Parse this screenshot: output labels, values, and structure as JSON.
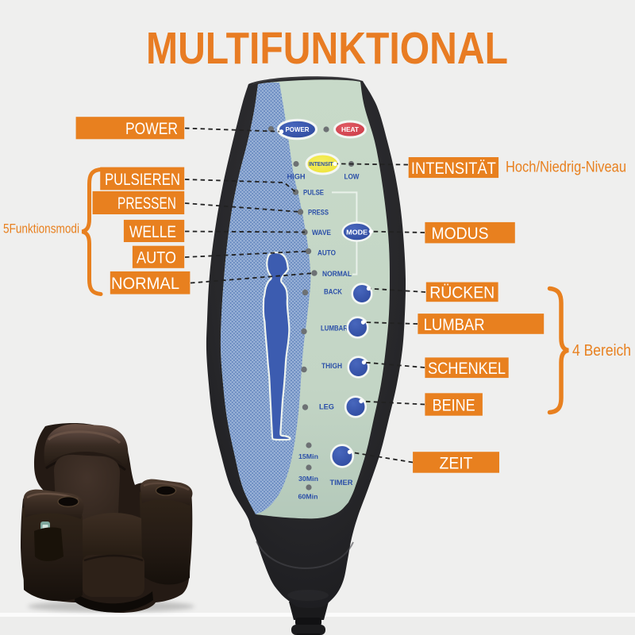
{
  "title": "MULTIFUNKTIONAL",
  "callouts": {
    "left": [
      "POWER",
      "PULSIEREN",
      "PRESSEN",
      "WELLE",
      "AUTO",
      "NORMAL"
    ],
    "right": [
      "INTENSITÄT",
      "MODUS",
      "RÜCKEN",
      "LUMBAR",
      "SCHENKEL",
      "BEINE",
      "ZEIT"
    ],
    "intensity_note": "Hoch/Niedrig-Niveau",
    "modes_group_label": "5Funktionsmodi",
    "zones_group_label": "4 Bereich"
  },
  "remote": {
    "power_button": "POWER",
    "heat_button": "HEAT",
    "intensity_button": "INTENSITY",
    "mode_button": "MODE",
    "high_label": "HIGH",
    "low_label": "LOW",
    "modes": [
      "PULSE",
      "PRESS",
      "WAVE",
      "AUTO",
      "NORMAL"
    ],
    "zones": [
      "BACK",
      "LUMBAR",
      "THIGH",
      "LEG"
    ],
    "timer_label": "TIMER",
    "timer_options": [
      "15Min",
      "30Min",
      "60Min"
    ]
  },
  "colors": {
    "accent_orange": "#e8801f",
    "panel_green": "#c3d5c5",
    "panel_blue": "#86a4d0",
    "button_blue": "#3450a8",
    "heat_red": "#d64150",
    "intensity_yellow": "#f2e73f",
    "background": "#efefee"
  }
}
